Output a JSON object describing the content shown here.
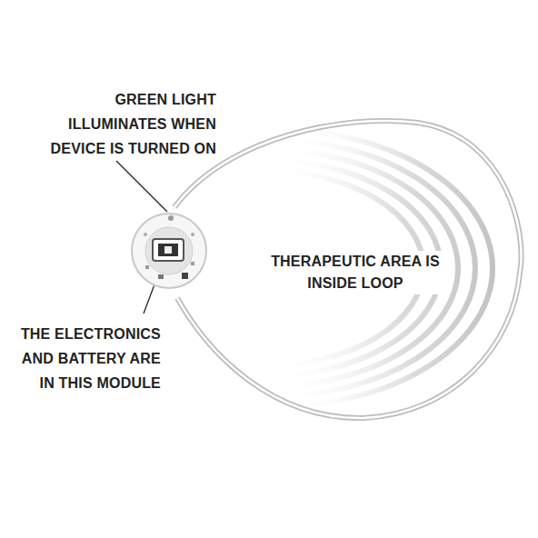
{
  "diagram": {
    "nodes": [
      {
        "text": [
          "THERAPEUTIC AREA IS INSIDE LOOP"
        ]
      }
    ],
    "labels": [
      "GREEN LIGHT ILLUMINATES WHEN DEVICE IS TURNED ON",
      "THE ELECTRONICS AND BATTERY ARE IN THIS MODULE"
    ]
  }
}
